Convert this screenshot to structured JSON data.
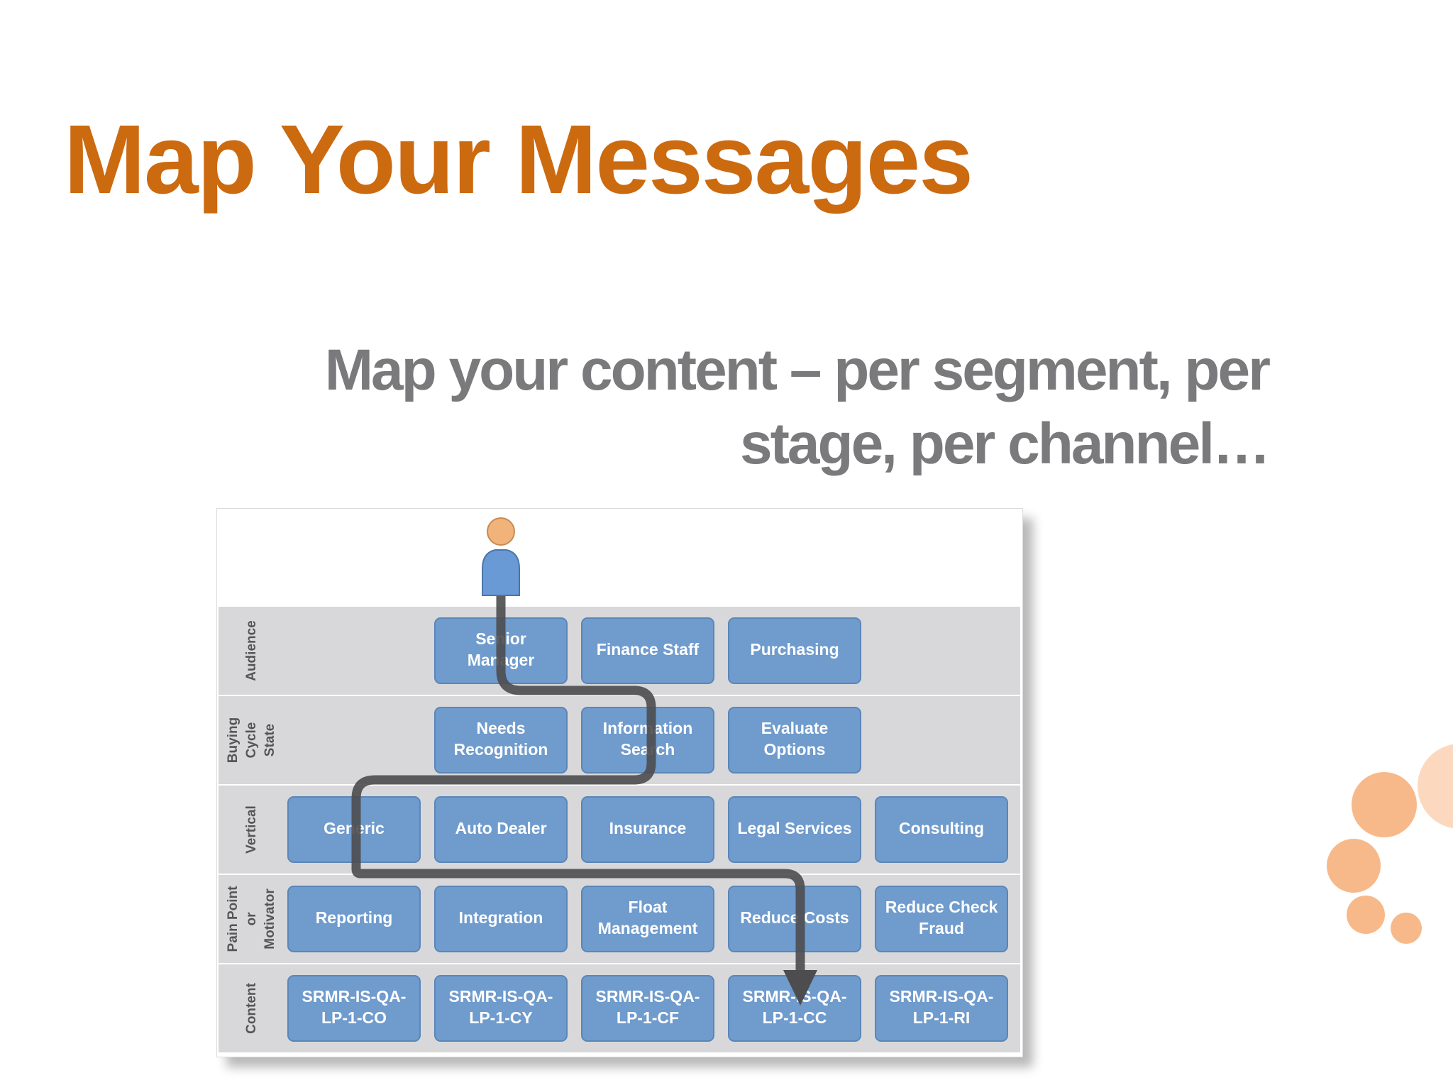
{
  "slide": {
    "title": "Map Your Messages",
    "subtitle_line1": "Map your content – per segment, per",
    "subtitle_line2": "stage, per channel…",
    "title_color": "#cc6a10"
  },
  "diagram": {
    "icon": "person-icon",
    "colors": {
      "band": "#d8d8da",
      "cell": "#6f9bcd",
      "cell_border": "#5b86b8",
      "path": "#4d4d4f"
    },
    "rows": [
      {
        "label": [
          "Audience"
        ],
        "cells": [
          "",
          "Senior\nManager",
          "Finance Staff",
          "Purchasing",
          ""
        ]
      },
      {
        "label": [
          "Buying",
          "Cycle",
          "State"
        ],
        "cells": [
          "",
          "Needs\nRecognition",
          "Information\nSearch",
          "Evaluate\nOptions",
          ""
        ]
      },
      {
        "label": [
          "Vertical"
        ],
        "cells": [
          "Generic",
          "Auto Dealer",
          "Insurance",
          "Legal Services",
          "Consulting"
        ]
      },
      {
        "label": [
          "Pain Point",
          "or",
          "Motivator"
        ],
        "cells": [
          "Reporting",
          "Integration",
          "Float\nManagement",
          "Reduce Costs",
          "Reduce Check\nFraud"
        ]
      },
      {
        "label": [
          "Content"
        ],
        "cells": [
          "SRMR-IS-QA-\nLP-1-CO",
          "SRMR-IS-QA-\nLP-1-CY",
          "SRMR-IS-QA-\nLP-1-CF",
          "SRMR-IS-QA-\nLP-1-CC",
          "SRMR-IS-QA-\nLP-1-RI"
        ]
      }
    ]
  },
  "decoration": {
    "dot_color": "#f7b98a",
    "dot_color_light": "#fbd2b3"
  }
}
